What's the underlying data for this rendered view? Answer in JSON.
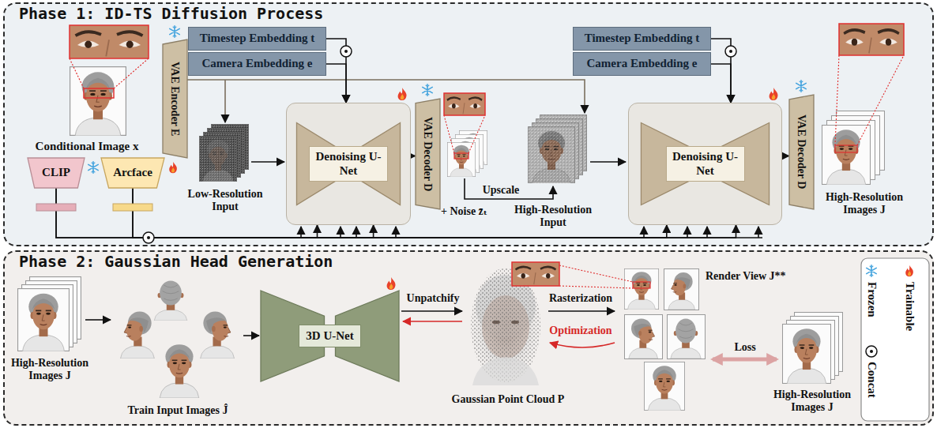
{
  "diagram": {
    "nodes": [
      {
        "text": [
          "Phase 1: ID-TS Diffusion Process"
        ]
      },
      {
        "text": [
          "VAE Encoder E"
        ],
        "in": 0
      },
      {
        "text": [
          "Timestep Embedding t"
        ],
        "in": 0
      },
      {
        "text": [
          "Camera Embedding e"
        ],
        "in": 0
      },
      {
        "text": [
          "CLIP"
        ],
        "in": 0
      },
      {
        "text": [
          "Arcface"
        ],
        "in": 0
      },
      {
        "text": [
          "Denoising U-Net"
        ],
        "in": 0
      },
      {
        "text": [
          "VAE Decoder D"
        ],
        "in": 0
      },
      {
        "text": [
          "Timestep Embedding t"
        ],
        "in": 0
      },
      {
        "text": [
          "Camera Embedding e"
        ],
        "in": 0
      },
      {
        "text": [
          "Denoising U-Net"
        ],
        "in": 0
      },
      {
        "text": [
          "VAE Decoder D"
        ],
        "in": 0
      },
      {
        "text": [
          "Phase 2: Gaussian Head Generation"
        ]
      },
      {
        "text": [
          "3D U-Net"
        ],
        "in": 12
      }
    ],
    "edges": [
      {
        "from": 2,
        "to": 6,
        "arrow": "to"
      },
      {
        "from": 3,
        "to": 6,
        "arrow": "to"
      },
      {
        "from": 4,
        "to": 6,
        "arrow": "to"
      },
      {
        "from": 5,
        "to": 6,
        "arrow": "to"
      },
      {
        "from": 6,
        "to": 7,
        "arrow": "to"
      },
      {
        "from": 8,
        "to": 10,
        "arrow": "to"
      },
      {
        "from": 9,
        "to": 10,
        "arrow": "to"
      },
      {
        "from": 4,
        "to": 10,
        "arrow": "to"
      },
      {
        "from": 5,
        "to": 10,
        "arrow": "to"
      },
      {
        "from": 10,
        "to": 11,
        "arrow": "to"
      }
    ],
    "labels": [
      "Conditional Image x",
      "Low-Resolution Input",
      "+ Noise z̄ₜ",
      "Upscale",
      "High-Resolution Input",
      "High-Resolution Images J",
      "High-Resolution Images J",
      "Train Input Images Ĵ",
      "Unpatchify",
      "Rasterization",
      "Optimization",
      "Gaussian Point Cloud P",
      "Render View J**",
      "Loss",
      "High-Resolution Images J"
    ],
    "legend": [
      {
        "text": "Trainable"
      },
      {
        "text": "Frozen"
      },
      {
        "text": "Concat"
      }
    ]
  }
}
